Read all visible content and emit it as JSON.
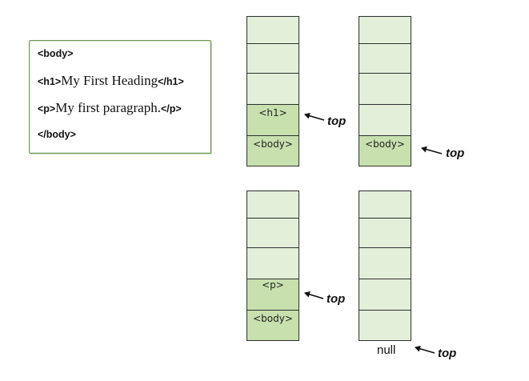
{
  "code_box": {
    "lines": [
      {
        "open": "<body>",
        "text": "",
        "close": ""
      },
      {
        "open": "<h1>",
        "text": "My First Heading",
        "close": "</h1>"
      },
      {
        "open": "<p>",
        "text": "My first paragraph.",
        "close": "</p>"
      },
      {
        "open": "</body>",
        "text": "",
        "close": ""
      }
    ]
  },
  "stacks": [
    {
      "cells": [
        "",
        "",
        "",
        "<h1>",
        "<body>"
      ],
      "pointer_label": "top",
      "bottom_label": ""
    },
    {
      "cells": [
        "",
        "",
        "",
        "",
        "<body>"
      ],
      "pointer_label": "top",
      "bottom_label": ""
    },
    {
      "cells": [
        "",
        "",
        "",
        "<p>",
        "<body>"
      ],
      "pointer_label": "top",
      "bottom_label": ""
    },
    {
      "cells": [
        "",
        "",
        "",
        "",
        ""
      ],
      "pointer_label": "top",
      "bottom_label": "null"
    }
  ],
  "colors": {
    "empty_cell": "#e3efd9",
    "filled_cell": "#c7e0ae",
    "code_border": "#6e9a55"
  }
}
